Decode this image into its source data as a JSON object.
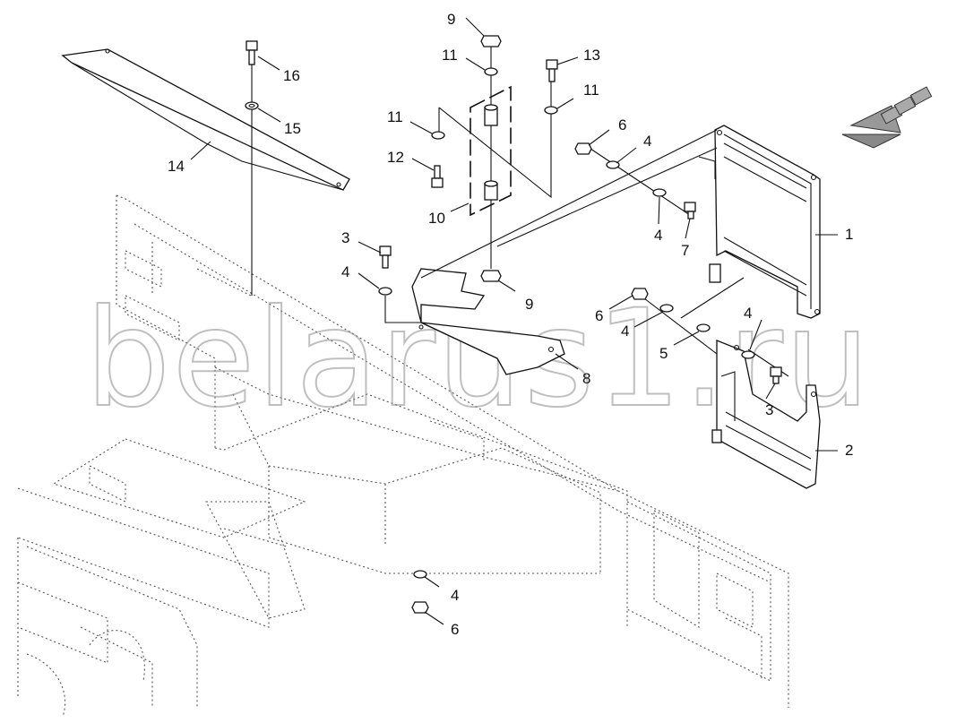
{
  "watermark": "belarus1.ru",
  "callouts": {
    "c1": "1",
    "c2": "2",
    "c3a": "3",
    "c3b": "3",
    "c4a": "4",
    "c4b": "4",
    "c4c": "4",
    "c4d": "4",
    "c4e": "4",
    "c4f": "4",
    "c5": "5",
    "c6a": "6",
    "c6b": "6",
    "c6c": "6",
    "c7": "7",
    "c8": "8",
    "c9a": "9",
    "c9b": "9",
    "c10": "10",
    "c11a": "11",
    "c11b": "11",
    "c11c": "11",
    "c12": "12",
    "c13": "13",
    "c14": "14",
    "c15": "15",
    "c16": "16"
  },
  "icons": {
    "direction": "direction-arrow-icon"
  }
}
